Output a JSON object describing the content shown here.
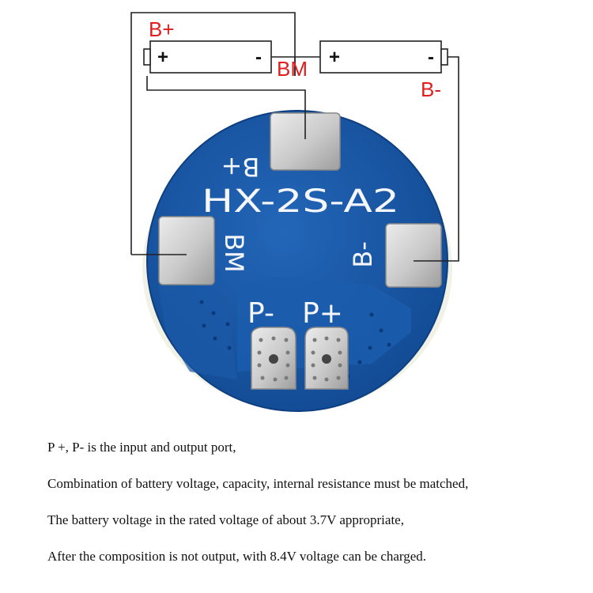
{
  "labels": {
    "b_plus_top": "B+",
    "bm_top": "BM",
    "b_minus_top": "B-"
  },
  "battery_left": {
    "plus": "+",
    "minus": "-"
  },
  "battery_right": {
    "plus": "+",
    "minus": "-"
  },
  "board": {
    "model": "HX-2S-A2",
    "pad_b_plus": "B+",
    "pad_bm": "BM",
    "pad_b_minus": "B-",
    "pad_p_minus": "P-",
    "pad_p_plus": "P+"
  },
  "notes": [
    "P +, P- is the input and output port,",
    "Combination of battery voltage, capacity, internal resistance must be matched,",
    "The battery voltage in the rated voltage of about 3.7V appropriate,",
    "After the composition is not output, with 8.4V voltage can be charged."
  ],
  "colors": {
    "board_blue": "#1a57a8",
    "pad_silver": "#cfcfcf",
    "label_red": "#e01e1e"
  }
}
